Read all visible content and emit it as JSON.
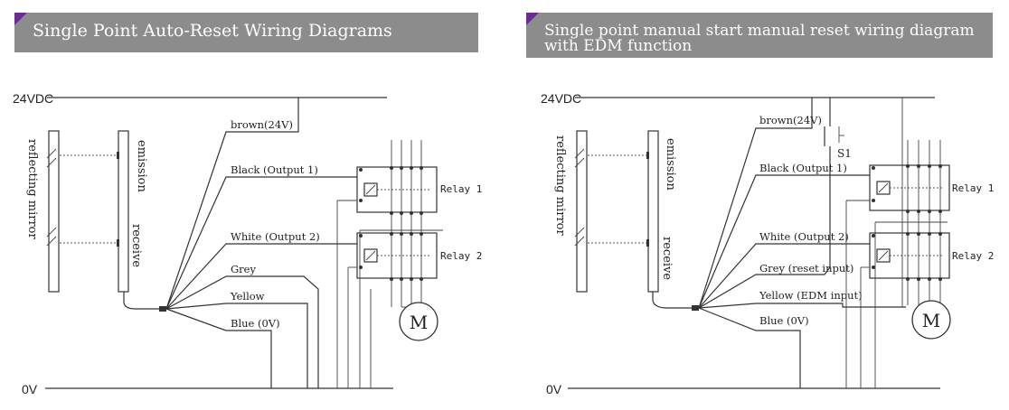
{
  "left": {
    "title": "Single Point Auto-Reset Wiring Diagrams",
    "rail_top": "24VDC",
    "rail_bottom": "0V",
    "mirror_label": "reflecting mirror",
    "emission_label": "emission",
    "receive_label": "receive",
    "wires": [
      "brown(24V)",
      "Black (Output 1)",
      "White (Output 2)",
      "Grey",
      "Yellow",
      "Blue (0V)"
    ],
    "relay1": "Relay 1",
    "relay2": "Relay 2",
    "motor": "M"
  },
  "right": {
    "title_line1": "Single point manual start manual reset wiring diagram",
    "title_line2": "with EDM function",
    "rail_top": "24VDC",
    "rail_bottom": "0V",
    "mirror_label": "reflecting mirror",
    "emission_label": "emission",
    "receive_label": "receive",
    "switch": "S1",
    "wires": [
      "brown(24V)",
      "Black (Output 1)",
      "White (Output 2)",
      "Grey (reset input)",
      "Yellow (EDM input)",
      "Blue (0V)"
    ],
    "relay1": "Relay 1",
    "relay2": "Relay 2",
    "motor": "M"
  }
}
